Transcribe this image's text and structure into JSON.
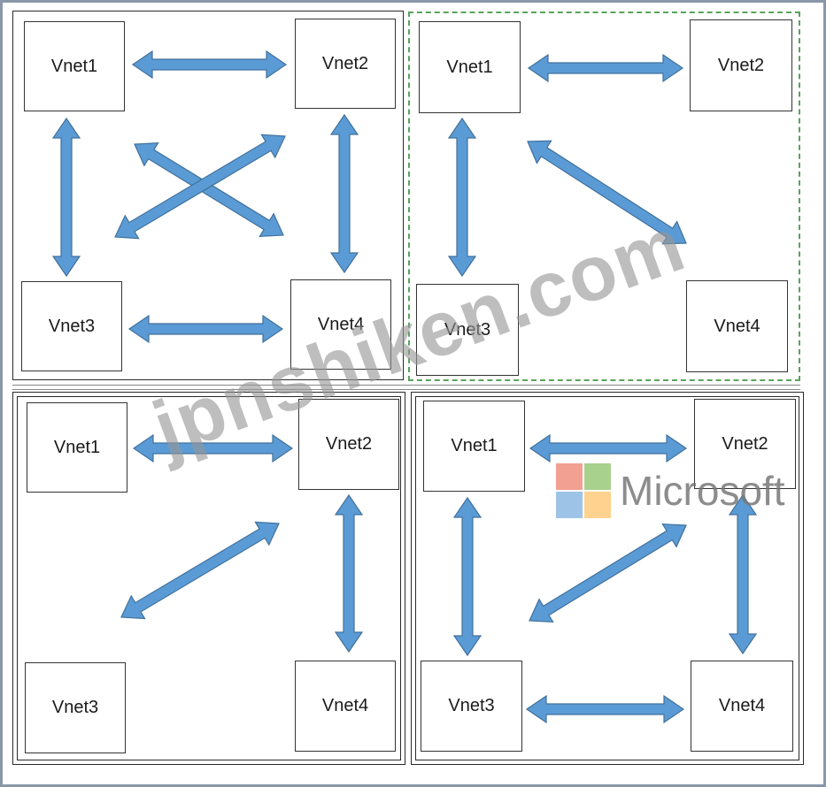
{
  "diagrams": [
    {
      "nodes": [
        "Vnet1",
        "Vnet2",
        "Vnet3",
        "Vnet4"
      ],
      "links": [
        [
          "Vnet1",
          "Vnet2"
        ],
        [
          "Vnet1",
          "Vnet3"
        ],
        [
          "Vnet2",
          "Vnet4"
        ],
        [
          "Vnet3",
          "Vnet4"
        ],
        [
          "Vnet1",
          "Vnet4"
        ],
        [
          "Vnet2",
          "Vnet3"
        ]
      ],
      "selected": false
    },
    {
      "nodes": [
        "Vnet1",
        "Vnet2",
        "Vnet3",
        "Vnet4"
      ],
      "links": [
        [
          "Vnet1",
          "Vnet2"
        ],
        [
          "Vnet1",
          "Vnet3"
        ],
        [
          "Vnet1",
          "Vnet4"
        ]
      ],
      "selected": true
    },
    {
      "nodes": [
        "Vnet1",
        "Vnet2",
        "Vnet3",
        "Vnet4"
      ],
      "links": [
        [
          "Vnet1",
          "Vnet2"
        ],
        [
          "Vnet2",
          "Vnet4"
        ],
        [
          "Vnet2",
          "Vnet3"
        ]
      ],
      "selected": false
    },
    {
      "nodes": [
        "Vnet1",
        "Vnet2",
        "Vnet3",
        "Vnet4"
      ],
      "links": [
        [
          "Vnet1",
          "Vnet2"
        ],
        [
          "Vnet1",
          "Vnet3"
        ],
        [
          "Vnet2",
          "Vnet4"
        ],
        [
          "Vnet3",
          "Vnet4"
        ],
        [
          "Vnet2",
          "Vnet3"
        ]
      ],
      "selected": false
    }
  ],
  "watermark": "jpnshiken.com",
  "logo": {
    "text": "Microsoft",
    "colors": [
      "#f2a091",
      "#a9d18e",
      "#9dc3e6",
      "#ffd28f"
    ]
  },
  "colors": {
    "arrow_fill": "#5b9bd5",
    "arrow_stroke": "#41719c",
    "selected_border": "#59a35d"
  }
}
